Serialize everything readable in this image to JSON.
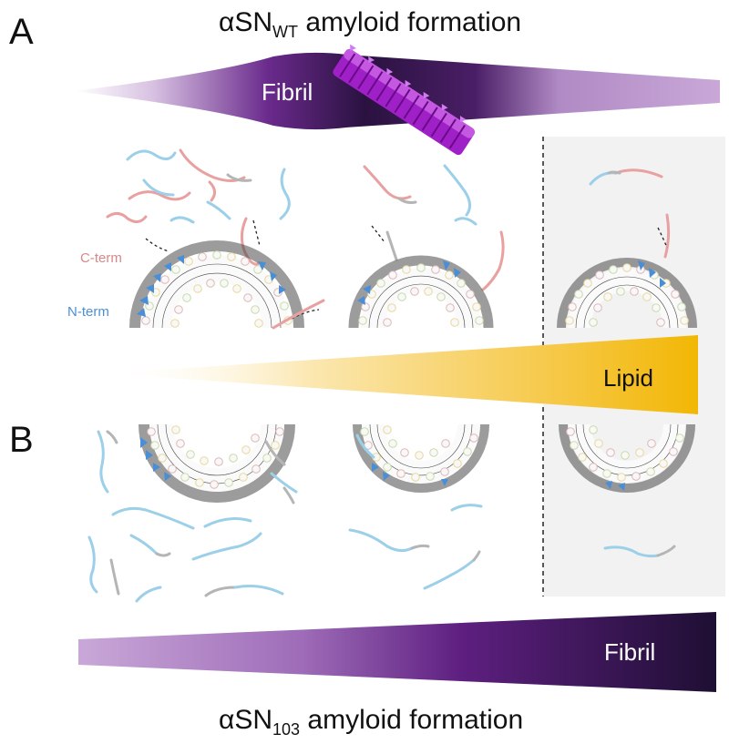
{
  "panel_a": {
    "letter": "A",
    "title": {
      "main": "αSN",
      "subscript": "WT",
      "suffix": " amyloid formation"
    },
    "fibril_label": "Fibril",
    "c_term_label": "C-term",
    "n_term_label": "N-term"
  },
  "lipid": {
    "label": "Lipid"
  },
  "panel_b": {
    "letter": "B",
    "title": {
      "main": "αSN",
      "subscript": "103",
      "suffix": " amyloid formation"
    },
    "fibril_label": "Fibril"
  },
  "colors": {
    "fibril_dark": "#2a1240",
    "fibril_mid": "#6a2a8c",
    "fibril_light": "#c9a8d8",
    "lipid_gold": "#f2b705",
    "c_term": "#e8a0a0",
    "n_term": "#4a8fd6",
    "chain_blue": "#9ccfe8",
    "chain_gray": "#b5b5b5",
    "shaded_region": "#f2f2f2",
    "fibril_3d": "#a020c8"
  }
}
